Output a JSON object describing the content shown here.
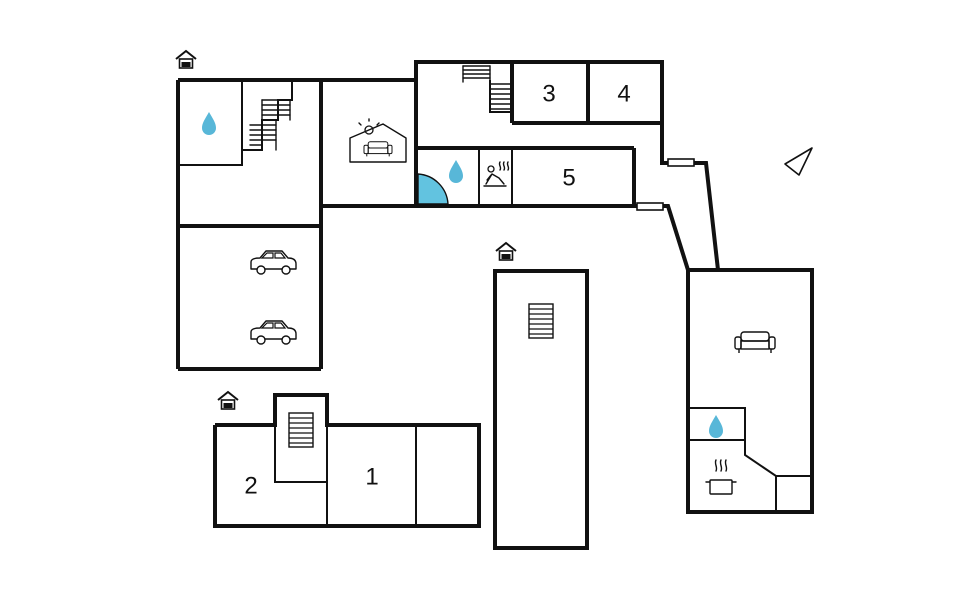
{
  "colors": {
    "wall": "#111111",
    "water": "#58b7d8",
    "door_fill": "#62c3e0",
    "background": "#ffffff"
  },
  "rooms": {
    "r1": "1",
    "r2": "2",
    "r3": "3",
    "r4": "4",
    "r5": "5"
  },
  "icons": [
    "entrance-icon",
    "water-drop-icon",
    "stairs-icon",
    "sauna-icon",
    "car-icon",
    "sofa-icon",
    "cooking-pot-icon",
    "north-arrow-icon"
  ]
}
